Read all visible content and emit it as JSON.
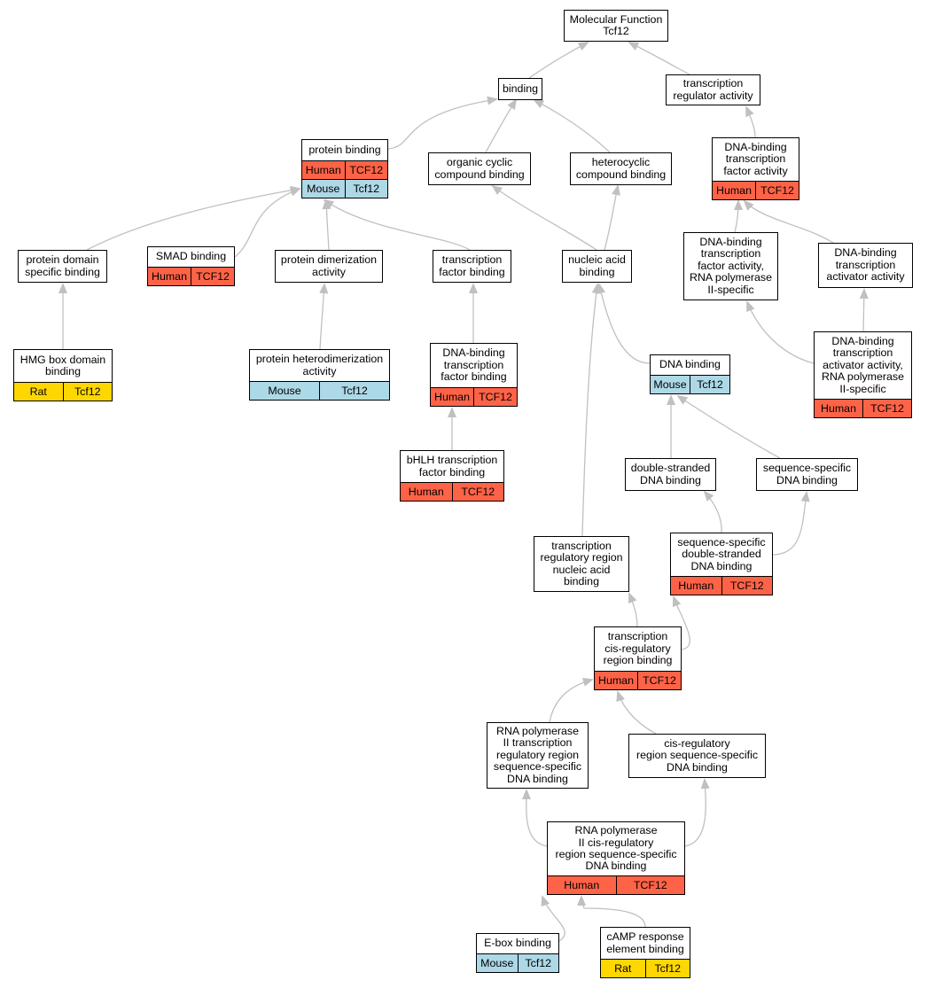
{
  "nodes": {
    "mf": {
      "label": "Molecular Function\nTcf12"
    },
    "binding": {
      "label": "binding"
    },
    "tra": {
      "label": "transcription\nregulator activity"
    },
    "pb": {
      "label": "protein binding",
      "ann": [
        {
          "species": "Human",
          "gene": "TCF12"
        },
        {
          "species": "Mouse",
          "gene": "Tcf12"
        }
      ]
    },
    "occb": {
      "label": "organic cyclic\ncompound binding"
    },
    "hcb": {
      "label": "heterocyclic\ncompound binding"
    },
    "dbtfa": {
      "label": "DNA-binding\ntranscription\nfactor activity",
      "ann": [
        {
          "species": "Human",
          "gene": "TCF12"
        }
      ]
    },
    "pdsb": {
      "label": "protein domain\nspecific binding"
    },
    "smad": {
      "label": "SMAD binding",
      "ann": [
        {
          "species": "Human",
          "gene": "TCF12"
        }
      ]
    },
    "pda": {
      "label": "protein dimerization\nactivity"
    },
    "tfb": {
      "label": "transcription\nfactor binding"
    },
    "nab": {
      "label": "nucleic acid\nbinding"
    },
    "dbtfa2": {
      "label": "DNA-binding\ntranscription\nfactor activity,\nRNA polymerase\nII-specific"
    },
    "dbtaa": {
      "label": "DNA-binding\ntranscription\nactivator activity"
    },
    "hmg": {
      "label": "HMG box domain\nbinding",
      "ann": [
        {
          "species": "Rat",
          "gene": "Tcf12"
        }
      ]
    },
    "phda": {
      "label": "protein heterodimerization\nactivity",
      "ann": [
        {
          "species": "Mouse",
          "gene": "Tcf12"
        }
      ]
    },
    "dbtfb": {
      "label": "DNA-binding\ntranscription\nfactor binding",
      "ann": [
        {
          "species": "Human",
          "gene": "TCF12"
        }
      ]
    },
    "dnab": {
      "label": "DNA binding",
      "ann": [
        {
          "species": "Mouse",
          "gene": "Tcf12"
        }
      ]
    },
    "dbtaa2": {
      "label": "DNA-binding\ntranscription\nactivator activity,\nRNA polymerase\nII-specific",
      "ann": [
        {
          "species": "Human",
          "gene": "TCF12"
        }
      ]
    },
    "bhlh": {
      "label": "bHLH transcription\nfactor binding",
      "ann": [
        {
          "species": "Human",
          "gene": "TCF12"
        }
      ]
    },
    "dsdna": {
      "label": "double-stranded\nDNA binding"
    },
    "ssdna": {
      "label": "sequence-specific\nDNA binding"
    },
    "trrnab": {
      "label": "transcription\nregulatory region\nnucleic acid\nbinding"
    },
    "ssdsdna": {
      "label": "sequence-specific\ndouble-stranded\nDNA binding",
      "ann": [
        {
          "species": "Human",
          "gene": "TCF12"
        }
      ]
    },
    "tcrrb": {
      "label": "transcription\ncis-regulatory\nregion binding",
      "ann": [
        {
          "species": "Human",
          "gene": "TCF12"
        }
      ]
    },
    "rnap2": {
      "label": "RNA polymerase\nII transcription\nregulatory region\nsequence-specific\nDNA binding"
    },
    "crrssdb": {
      "label": "cis-regulatory\nregion sequence-specific\nDNA binding"
    },
    "rnap2cis": {
      "label": "RNA polymerase\nII cis-regulatory\nregion sequence-specific\nDNA binding",
      "ann": [
        {
          "species": "Human",
          "gene": "TCF12"
        }
      ]
    },
    "ebox": {
      "label": "E-box binding",
      "ann": [
        {
          "species": "Mouse",
          "gene": "Tcf12"
        }
      ]
    },
    "camp": {
      "label": "cAMP response\nelement binding",
      "ann": [
        {
          "species": "Rat",
          "gene": "Tcf12"
        }
      ]
    }
  },
  "colors": {
    "Human": "#ff6347",
    "Mouse": "#add8e6",
    "Rat": "#ffd700",
    "edge": "#c0c0c0"
  }
}
